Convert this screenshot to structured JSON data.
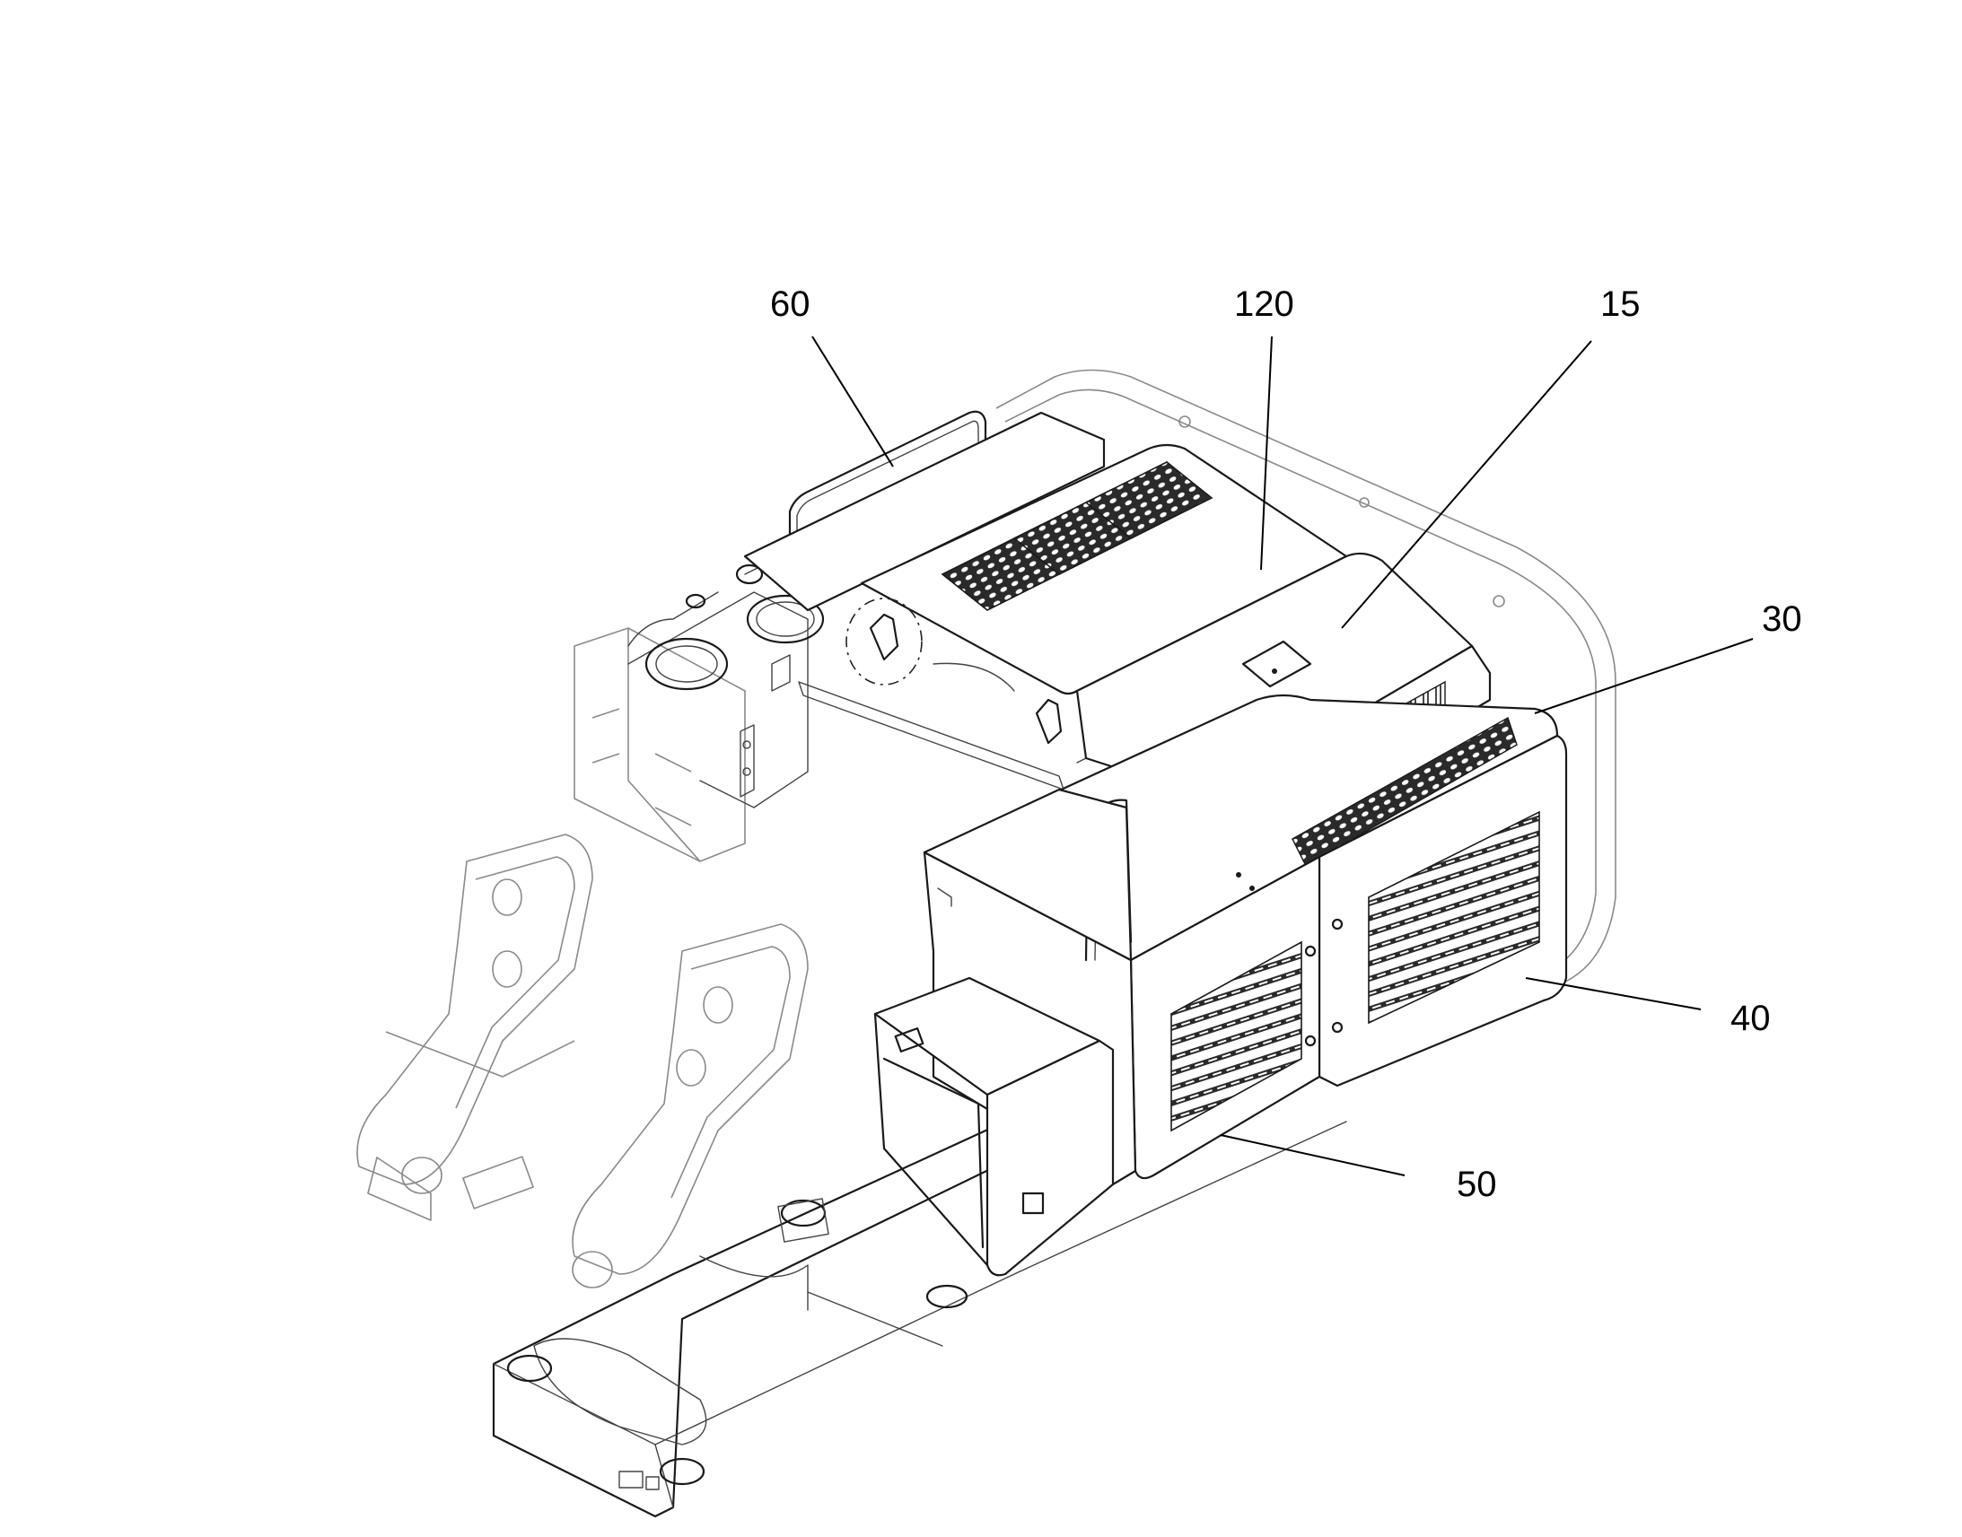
{
  "figure": {
    "labels": [
      {
        "id": "60",
        "text": "60"
      },
      {
        "id": "120",
        "text": "120"
      },
      {
        "id": "15",
        "text": "15"
      },
      {
        "id": "30",
        "text": "30"
      },
      {
        "id": "40",
        "text": "40"
      },
      {
        "id": "50",
        "text": "50"
      }
    ]
  }
}
